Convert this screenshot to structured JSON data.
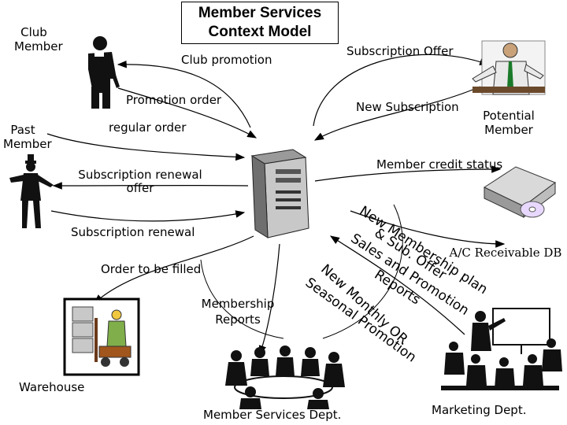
{
  "title": "Member Services Context Model",
  "entities": {
    "club_member": "Club Member",
    "past_member": "Past Member",
    "potential_member": "Potential Member",
    "warehouse": "Warehouse",
    "services_dept": "Member Services Dept.",
    "marketing_dept": "Marketing Dept.",
    "ac_receivable": "A/C Receivable DB"
  },
  "flows": {
    "club_promotion": "Club promotion",
    "subscription_offer": "Subscription Offer",
    "promotion_order": "Promotion order",
    "new_subscription": "New Subscription",
    "regular_order": "regular order",
    "member_credit_status": "Member credit status",
    "renewal_offer": "Subscription renewal offer",
    "subscription_renewal": "Subscription renewal",
    "order_to_be_filled": "Order to be filled",
    "membership_reports": "Membership Reports",
    "new_membership_plan": "New Membership plan",
    "new_sub_offer": "& Sub. Offer",
    "sales_promotion": "Sales and Promotion",
    "reports": "Reports",
    "new_monthly_or": "New Monthly OR",
    "seasonal_promotion": "Seasonal Promotion"
  },
  "icons": [
    "server-icon",
    "club-member-figure",
    "past-member-figure",
    "potential-member-figure",
    "disk-drive-icon",
    "warehouse-forklift-icon",
    "meeting-group-icon",
    "presentation-icon"
  ]
}
